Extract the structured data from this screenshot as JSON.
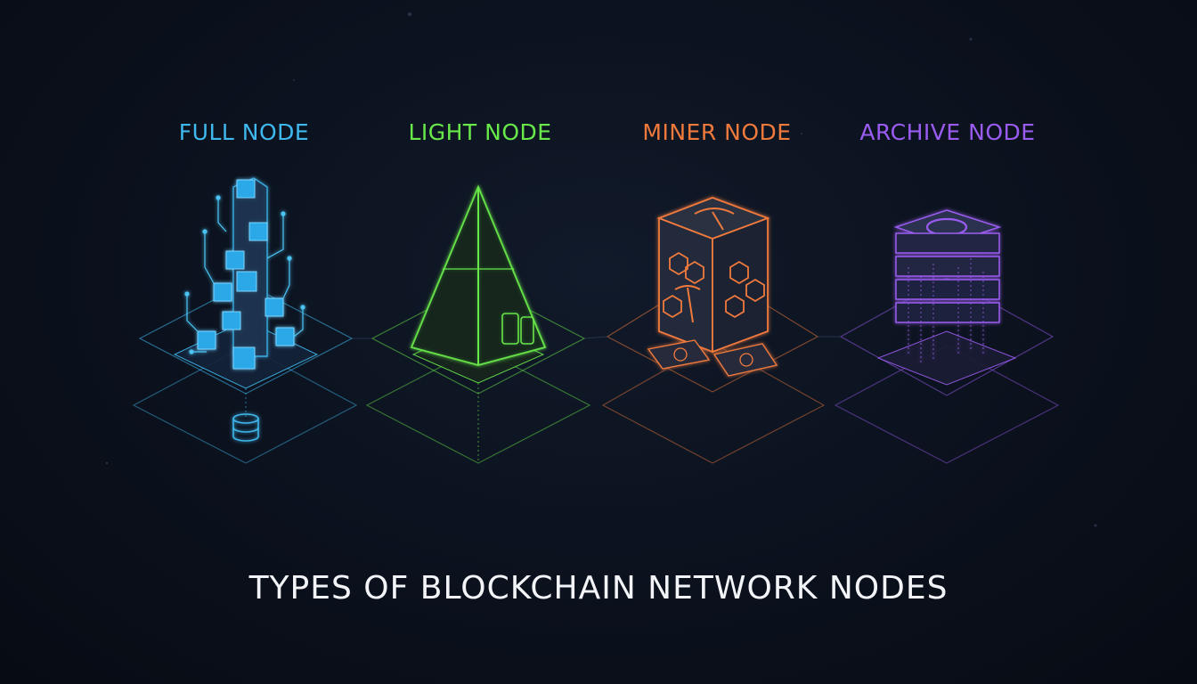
{
  "title": "TYPES OF BLOCKCHAIN NETWORK NODES",
  "nodes": [
    {
      "label": "FULL NODE",
      "color": "#3fb8ee",
      "icon": "stacked-cubes-tower-icon"
    },
    {
      "label": "LIGHT NODE",
      "color": "#69e84a",
      "icon": "pyramid-with-devices-icon"
    },
    {
      "label": "MINER NODE",
      "color": "#f07a3c",
      "icon": "mining-cube-pickaxe-icon"
    },
    {
      "label": "ARCHIVE NODE",
      "color": "#9a5cf0",
      "icon": "server-rack-data-icon"
    }
  ]
}
